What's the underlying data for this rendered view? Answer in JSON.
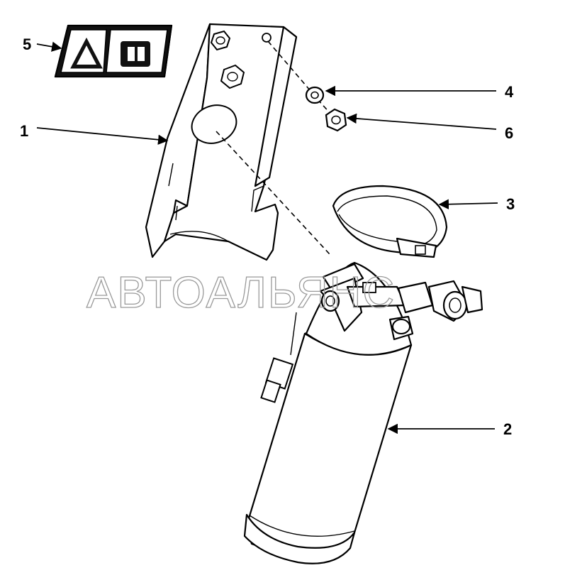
{
  "callouts": {
    "bracket": "1",
    "receiver_drier": "2",
    "clamp": "3",
    "washer": "4",
    "warning_label": "5",
    "nut": "6"
  },
  "watermark": "АВТОАЛЬЯНС"
}
